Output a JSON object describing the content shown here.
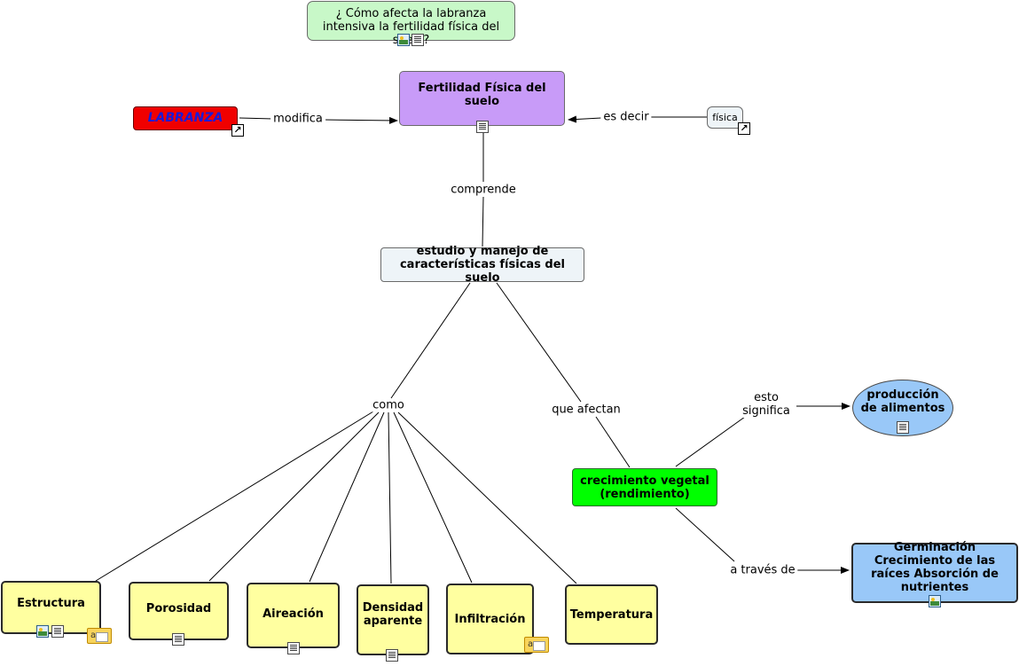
{
  "nodes": {
    "question": "¿ Cómo afecta la labranza intensiva la fertilidad física del suelo?",
    "fertilidad": "Fertilidad Física del suelo",
    "labranza": "LABRANZA",
    "fisica": "física",
    "estudio": "estudio y manejo de características físicas del suelo",
    "crecimiento": "crecimiento vegetal (rendimiento)",
    "produccion": "producción de alimentos",
    "germinacion": "Germinación Crecimiento de las raíces Absorción de nutrientes",
    "estructura": "Estructura",
    "porosidad": "Porosidad",
    "aireacion": "Aireación",
    "densidad": "Densidad aparente",
    "infiltracion": "Infiltración",
    "temperatura": "Temperatura"
  },
  "links": {
    "modifica": "modifica",
    "es_decir": "es decir",
    "comprende": "comprende",
    "como": "como",
    "que_afectan": "que afectan",
    "esto_significa": "esto significa",
    "a_traves_de": "a través de"
  },
  "icons": {
    "resource_doc": "document-icon",
    "resource_img": "image-icon",
    "url_link": "link-arrow-icon",
    "annotation": "annotation-icon"
  },
  "colors": {
    "question_fill": "#c8f8c8",
    "fertilidad_fill": "#c89bf8",
    "labranza_fill": "#f00000",
    "labranza_text": "#1a1ad8",
    "fisica_fill": "#eef4f8",
    "estudio_fill": "#eef4f8",
    "crecimiento_fill": "#00ff00",
    "produccion_fill": "#99c8f8",
    "germinacion_fill": "#99c8f8",
    "property_fill": "#ffffa0"
  }
}
